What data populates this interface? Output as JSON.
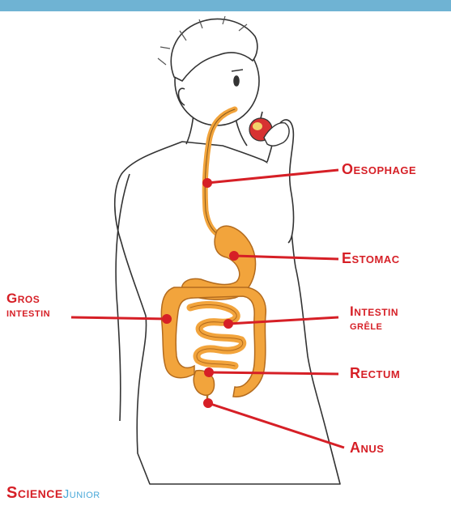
{
  "labels": {
    "oesophage": "Oesophage",
    "estomac": "Estomac",
    "gros_intestin_1": "Gros",
    "gros_intestin_2": "intestin",
    "intestin_grele_1": "Intestin",
    "intestin_grele_2": "grêle",
    "rectum": "Rectum",
    "anus": "Anus"
  },
  "brand": {
    "part1": "Science",
    "part2": "Junior"
  },
  "colors": {
    "label": "#d61f26",
    "organ": "#f2a43c",
    "organ_dark": "#d9822a",
    "skin": "#ffffff",
    "outline": "#333333",
    "brand_blue": "#4aa9d9",
    "top_bar": "#6fb3d3"
  }
}
